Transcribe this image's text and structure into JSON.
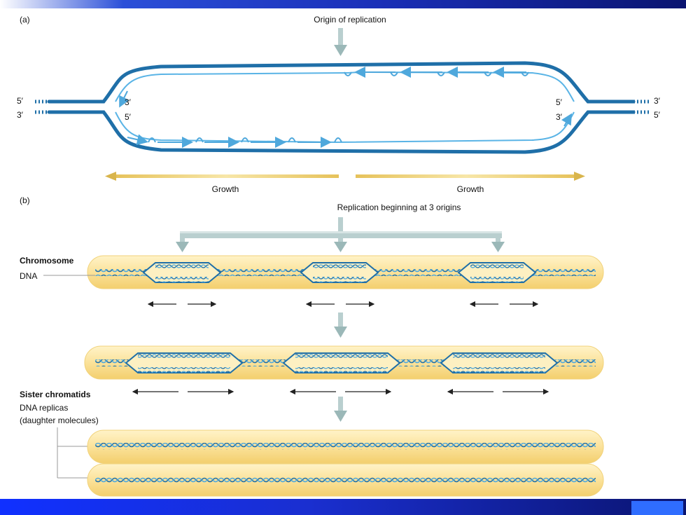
{
  "part_a": {
    "label": "(a)",
    "origin_label": "Origin of replication",
    "left_top_label": "5′",
    "left_bottom_label": "3′",
    "inner_left_top_label": "3′",
    "inner_left_bottom_label": "5′",
    "inner_right_top_label": "5′",
    "inner_right_bottom_label": "3′",
    "right_top_label": "3′",
    "right_bottom_label": "5′",
    "growth_left": "Growth",
    "growth_right": "Growth"
  },
  "part_b": {
    "label": "(b)",
    "origins_label": "Replication beginning at 3 origins",
    "chromosome_label": "Chromosome",
    "dna_label": "DNA",
    "sister_label": "Sister chromatids",
    "replicas_line1": "DNA replicas",
    "replicas_line2": "(daughter molecules)"
  },
  "colors": {
    "dna_dark": "#1f6fa8",
    "dna_light": "#5ab4e6",
    "growth": "#e0c060",
    "chromosome_fill": "#fbe7a8",
    "arrow_gray": "#9bb8b8"
  }
}
